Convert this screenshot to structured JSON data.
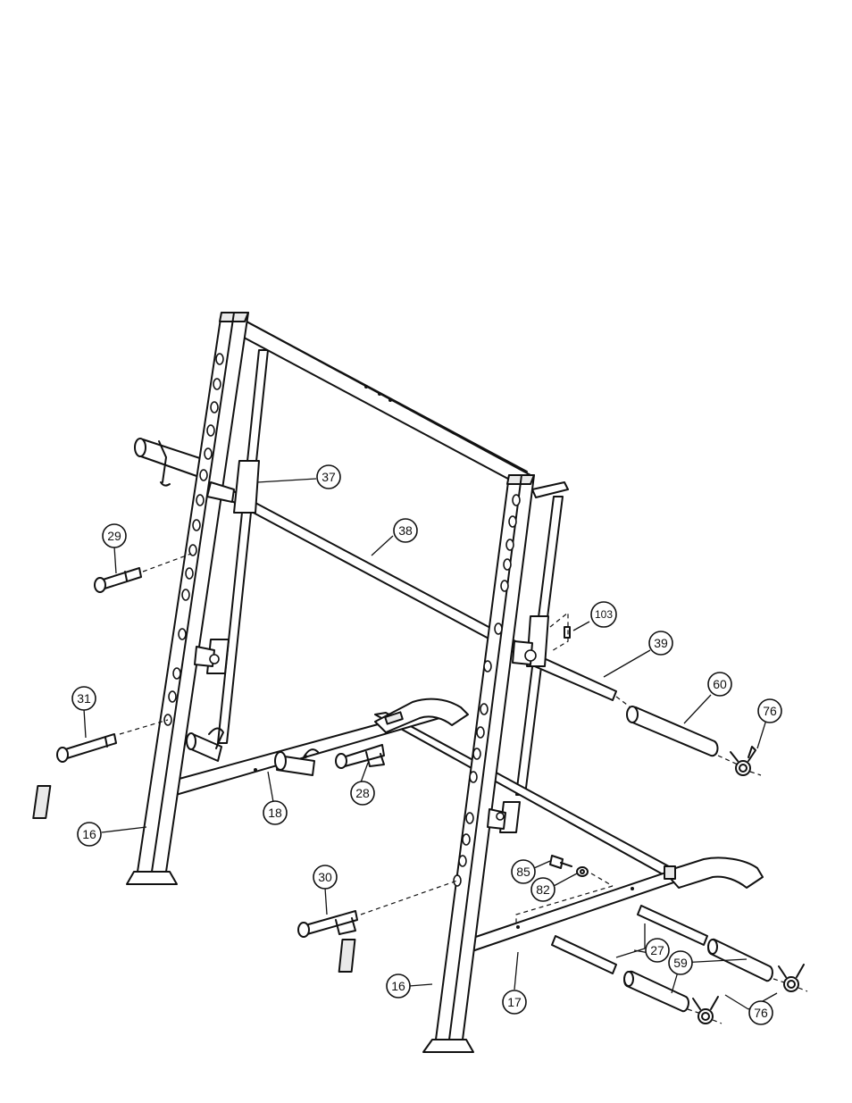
{
  "callouts": [
    {
      "id": "c37",
      "label": "37"
    },
    {
      "id": "c38",
      "label": "38"
    },
    {
      "id": "c29",
      "label": "29"
    },
    {
      "id": "c103",
      "label": "103"
    },
    {
      "id": "c39",
      "label": "39"
    },
    {
      "id": "c60",
      "label": "60"
    },
    {
      "id": "c76a",
      "label": "76"
    },
    {
      "id": "c31",
      "label": "31"
    },
    {
      "id": "c28",
      "label": "28"
    },
    {
      "id": "c18",
      "label": "18"
    },
    {
      "id": "c16a",
      "label": "16"
    },
    {
      "id": "c85",
      "label": "85"
    },
    {
      "id": "c82",
      "label": "82"
    },
    {
      "id": "c30",
      "label": "30"
    },
    {
      "id": "c27",
      "label": "27"
    },
    {
      "id": "c59",
      "label": "59"
    },
    {
      "id": "c76b",
      "label": "76"
    },
    {
      "id": "c16b",
      "label": "16"
    },
    {
      "id": "c17",
      "label": "17"
    }
  ]
}
